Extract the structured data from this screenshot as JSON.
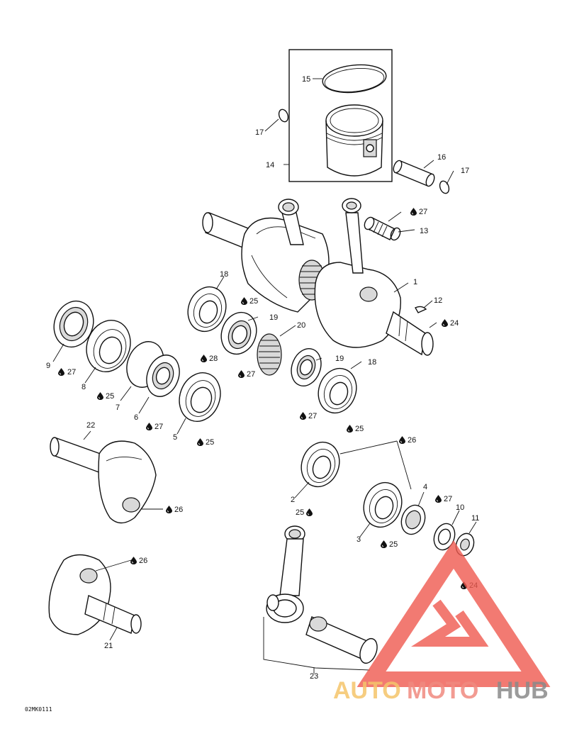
{
  "diagram_ref": "02MK0111",
  "drop_symbol": "drop-icon",
  "callouts": {
    "c1": "1",
    "c2": "2",
    "c3": "3",
    "c4": "4",
    "c5": "5",
    "c6": "6",
    "c7": "7",
    "c8": "8",
    "c9": "9",
    "c10": "10",
    "c11": "11",
    "c12": "12",
    "c13": "13",
    "c14": "14",
    "c15": "15",
    "c16": "16",
    "c17a": "17",
    "c17b": "17",
    "c18a": "18",
    "c18b": "18",
    "c19a": "19",
    "c19b": "19",
    "c20": "20",
    "c21": "21",
    "c22": "22",
    "c23": "23",
    "c24a": "24",
    "c24b": "24",
    "c25a": "25",
    "c25b": "25",
    "c25c": "25",
    "c25d": "25",
    "c25e": "25",
    "c25f": "25",
    "c26a": "26",
    "c26b": "26",
    "c26c": "26",
    "c27a": "27",
    "c27b": "27",
    "c27c": "27",
    "c27d": "27",
    "c27e": "27",
    "c27f": "27",
    "c28": "28"
  },
  "watermark": {
    "part1": "AUTO",
    "part2": "MOTO",
    "part3": "HUB",
    "color1": "#f5c56b",
    "color2": "#f08a80",
    "color3": "#8a8a8a",
    "logo_color": "#f05a4f"
  }
}
